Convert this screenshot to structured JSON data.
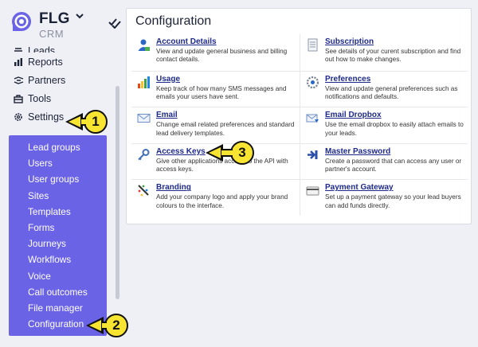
{
  "brand": {
    "name": "FLG",
    "chevron": "⌄",
    "sub": "CRM",
    "logo_color": "#6b63e6",
    "icon": "double-check-icon"
  },
  "nav": {
    "items": [
      {
        "label": "Leads",
        "icon": "leads-icon"
      },
      {
        "label": "Reports",
        "icon": "reports-icon"
      },
      {
        "label": "Partners",
        "icon": "partners-icon"
      },
      {
        "label": "Tools",
        "icon": "toolbox-icon"
      },
      {
        "label": "Settings",
        "icon": "gear-icon"
      }
    ],
    "submenu": [
      "Lead groups",
      "Users",
      "User groups",
      "Sites",
      "Templates",
      "Forms",
      "Journeys",
      "Workflows",
      "Voice",
      "Call outcomes",
      "File manager",
      "Configuration"
    ],
    "submenu_color": "#6b63e6"
  },
  "main": {
    "title": "Configuration",
    "cells": [
      {
        "title": "Account Details",
        "desc": "View and update general business and billing contact details.",
        "icon": "user-icon"
      },
      {
        "title": "Subscription",
        "desc": "See details of your curent subscription and find out how to make changes.",
        "icon": "document-icon"
      },
      {
        "title": "Usage",
        "desc": "Keep track of how many SMS messages and emails your users have sent.",
        "icon": "bar-chart-icon"
      },
      {
        "title": "Preferences",
        "desc": "View and update general preferences such as notifications and defaults.",
        "icon": "preferences-icon"
      },
      {
        "title": "Email",
        "desc": "Change email related preferences and standard lead delivery templates.",
        "icon": "envelope-icon"
      },
      {
        "title": "Email Dropbox",
        "desc": "Use the email dropbox to easily attach emails to your leads.",
        "icon": "email-dropbox-icon"
      },
      {
        "title": "Access Keys",
        "desc": "Give other applications access to the API with access keys.",
        "icon": "key-icon"
      },
      {
        "title": "Master Password",
        "desc": "Create a password that can access any user or partner's account.",
        "icon": "password-arrow-icon"
      },
      {
        "title": "Branding",
        "desc": "Add your company logo and apply your brand colours to the interface.",
        "icon": "branding-icon"
      },
      {
        "title": "Payment Gateway",
        "desc": "Set up a payment gateway so your lead buyers can add funds directly.",
        "icon": "credit-card-icon"
      }
    ]
  },
  "callouts": [
    {
      "number": "1",
      "target": "Settings"
    },
    {
      "number": "2",
      "target": "Configuration"
    },
    {
      "number": "3",
      "target": "Access Keys"
    }
  ],
  "callout_color": "#f7e531"
}
